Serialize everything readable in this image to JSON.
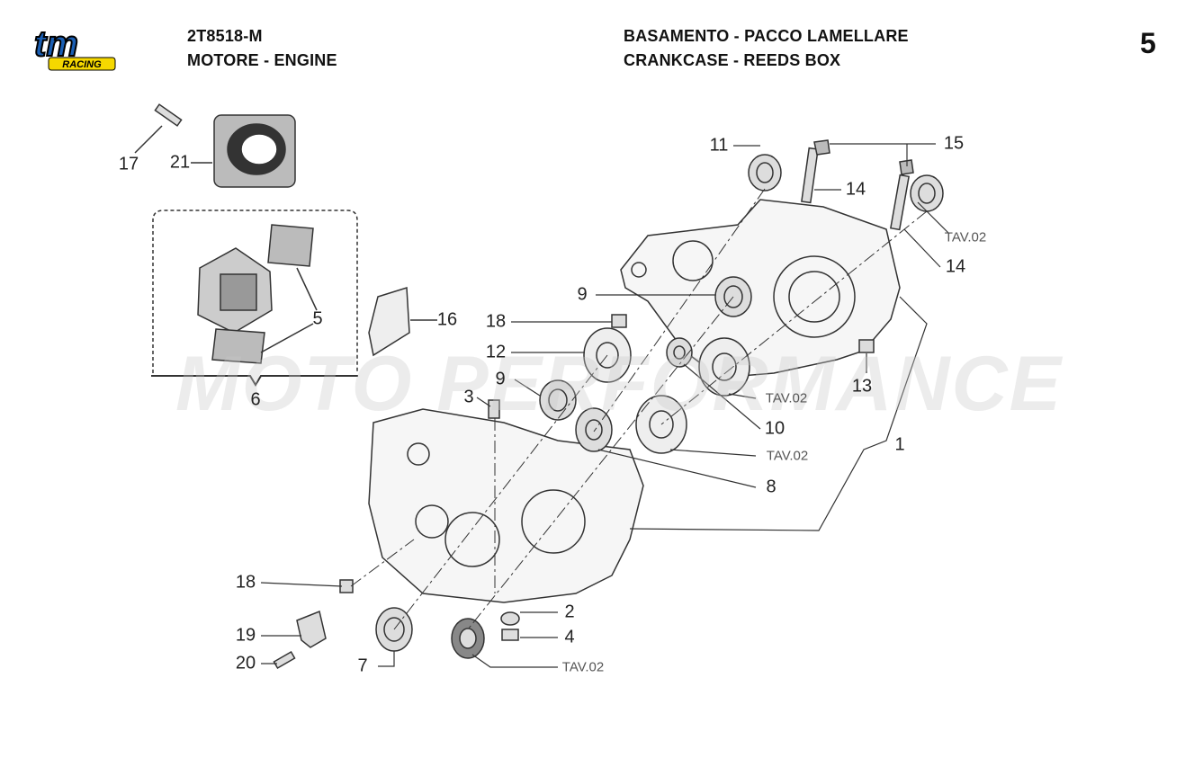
{
  "logo": {
    "brand": "tm",
    "sub": "RACING",
    "colors": {
      "blue": "#1a5fb4",
      "yellow": "#f5d800"
    }
  },
  "header": {
    "code": "2T8518-M",
    "group": "MOTORE - ENGINE",
    "title_it": "BASAMENTO - PACCO LAMELLARE",
    "title_en": "CRANKCASE - REEDS BOX",
    "page": "5"
  },
  "watermark": "MOTO PERFORMANCE",
  "callouts": {
    "c17": "17",
    "c21": "21",
    "c5": "5",
    "c6": "6",
    "c16": "16",
    "c11": "11",
    "c15": "15",
    "c14a": "14",
    "c14b": "14",
    "c9a": "9",
    "c18a": "18",
    "c12": "12",
    "c9b": "9",
    "c3": "3",
    "c10": "10",
    "c13": "13",
    "c1": "1",
    "c8": "8",
    "c18b": "18",
    "c2": "2",
    "c4": "4",
    "c19": "19",
    "c20": "20",
    "c7": "7",
    "tav1": "TAV.02",
    "tav2": "TAV.02",
    "tav3": "TAV.02",
    "tav4": "TAV.02"
  }
}
